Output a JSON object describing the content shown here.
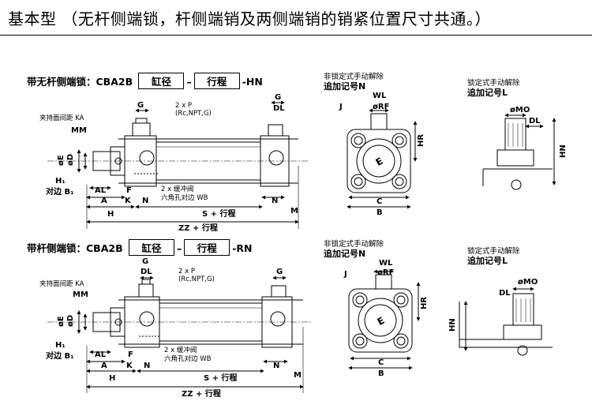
{
  "header": {
    "title": "基本型 （无杆侧端锁，杆侧端销及两侧端销的销紧位置尺寸共通。）"
  },
  "top_diagram": {
    "label_prefix": "带无杆侧端锁：CBA2B",
    "box1": "缸径",
    "dash": "–",
    "box2": "行程",
    "suffix": "-HN",
    "dims": {
      "G": "G",
      "DL": "DL",
      "P": "2 x P",
      "P_sub": "(Rc,NPT,G)",
      "KA": "夹持面间距 KA",
      "MM": "MM",
      "E": "øE",
      "D": "øD",
      "H1": "H₁",
      "B1": "对边 B₁",
      "AL": "AL",
      "A": "A",
      "K": "K",
      "F": "F",
      "N": "N",
      "H": "H",
      "S": "S + 行程",
      "M": "M",
      "ZZ": "ZZ + 行程",
      "cushion": "2 x 缓冲阀",
      "WB": "六角孔对边 WB"
    }
  },
  "bottom_diagram": {
    "label_prefix": "带杆侧端锁：CBA2B",
    "box1": "缸径",
    "dash": "–",
    "box2": "行程",
    "suffix": "-RN",
    "dims": {
      "G": "G",
      "DL": "DL",
      "P": "2 x P",
      "P_sub": "(Rc,NPT,G)",
      "KA": "夹持面间距 KA",
      "MM": "MM",
      "E": "øE",
      "D": "øD",
      "H1": "H₁",
      "B1": "对边 B₁",
      "AL": "AL",
      "A": "A",
      "K": "K",
      "F": "F",
      "N": "N",
      "H": "H",
      "S": "S + 行程",
      "M": "M",
      "ZZ": "ZZ + 行程",
      "cushion": "2 x 缓冲阀",
      "WB": "六角孔对边 WB"
    }
  },
  "end_view_top": {
    "note_line1": "非锁定式手动解除",
    "note_line2": "追加记号N",
    "J": "J",
    "WL": "WL",
    "RF": "øRF",
    "HR": "HR",
    "C": "C",
    "B": "B"
  },
  "end_view_bottom": {
    "note_line1": "非锁定式手动解除",
    "note_line2": "追加记号N",
    "J": "J",
    "WL": "WL",
    "RF": "øRF",
    "HR": "HR",
    "C": "C",
    "B": "B"
  },
  "lock_view_top": {
    "note_line1": "锁定式手动解除",
    "note_line2": "追加记号L",
    "MO": "øMO",
    "DL": "DL",
    "HN": "HN"
  },
  "lock_view_bottom": {
    "note_line1": "锁定式手动解除",
    "note_line2": "追加记号L",
    "MO": "øMO",
    "DL": "DL",
    "HN": "HN"
  }
}
